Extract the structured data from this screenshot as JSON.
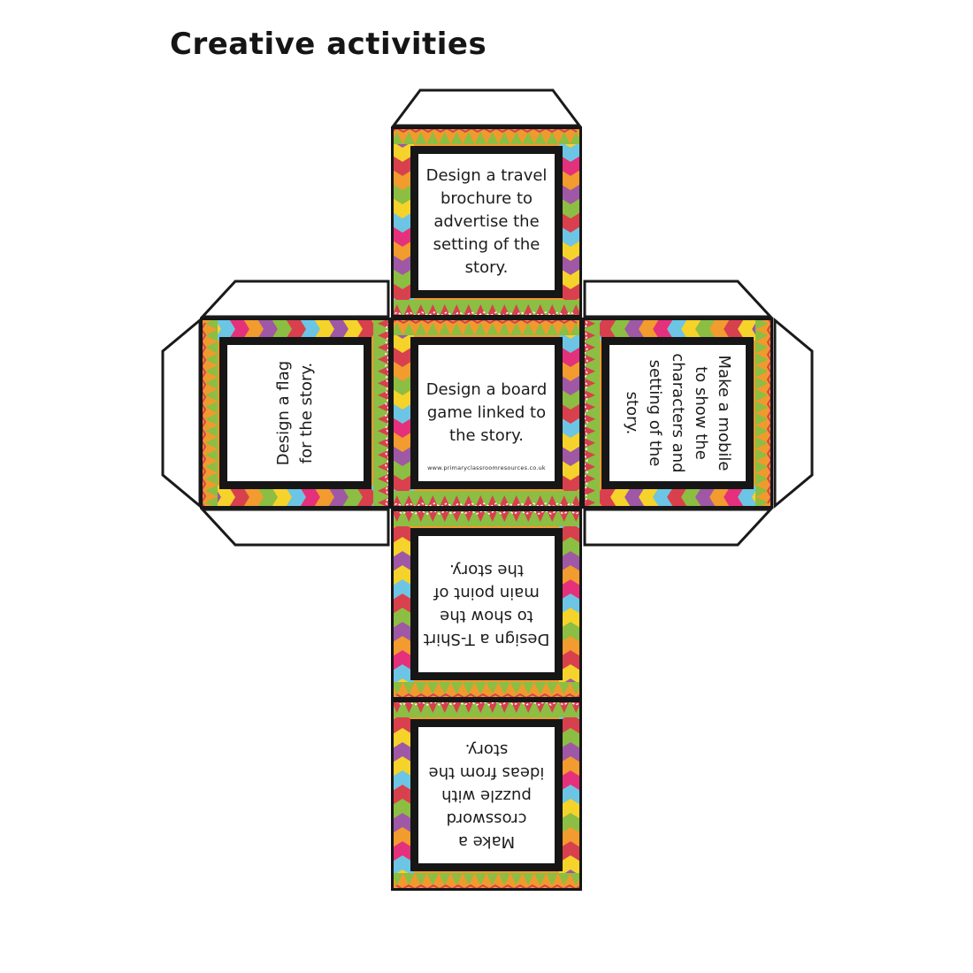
{
  "title": "Creative activities",
  "website": "www.primaryclassroomresources.co.uk",
  "faces": {
    "travel": {
      "text": "Design a travel brochure to advertise the setting of the story."
    },
    "flag": {
      "text": "Design a flag for the story."
    },
    "board": {
      "text": "Design a board game linked to the story."
    },
    "mobile": {
      "text": "Make a mobile to show the characters and setting of the story."
    },
    "tshirt": {
      "text": "Design a T-Shirt to show the main point of the story."
    },
    "crossword": {
      "text": "Make a crossword puzzle with ideas from the story."
    }
  },
  "colors": {
    "base_orange": "#F09A2E",
    "green": "#8BBE43",
    "red": "#D8404E",
    "white": "#FFFFFF",
    "ink": "#161616",
    "chevron_palette": [
      "#9E58A5",
      "#F6D32B",
      "#D8404E",
      "#F29B2E",
      "#8BBE43",
      "#F6D32B",
      "#6CC5E5",
      "#E5307C",
      "#F29B2E",
      "#9E58A5",
      "#8BBE43",
      "#D8404E",
      "#6CC5E5",
      "#F6D32B"
    ]
  }
}
